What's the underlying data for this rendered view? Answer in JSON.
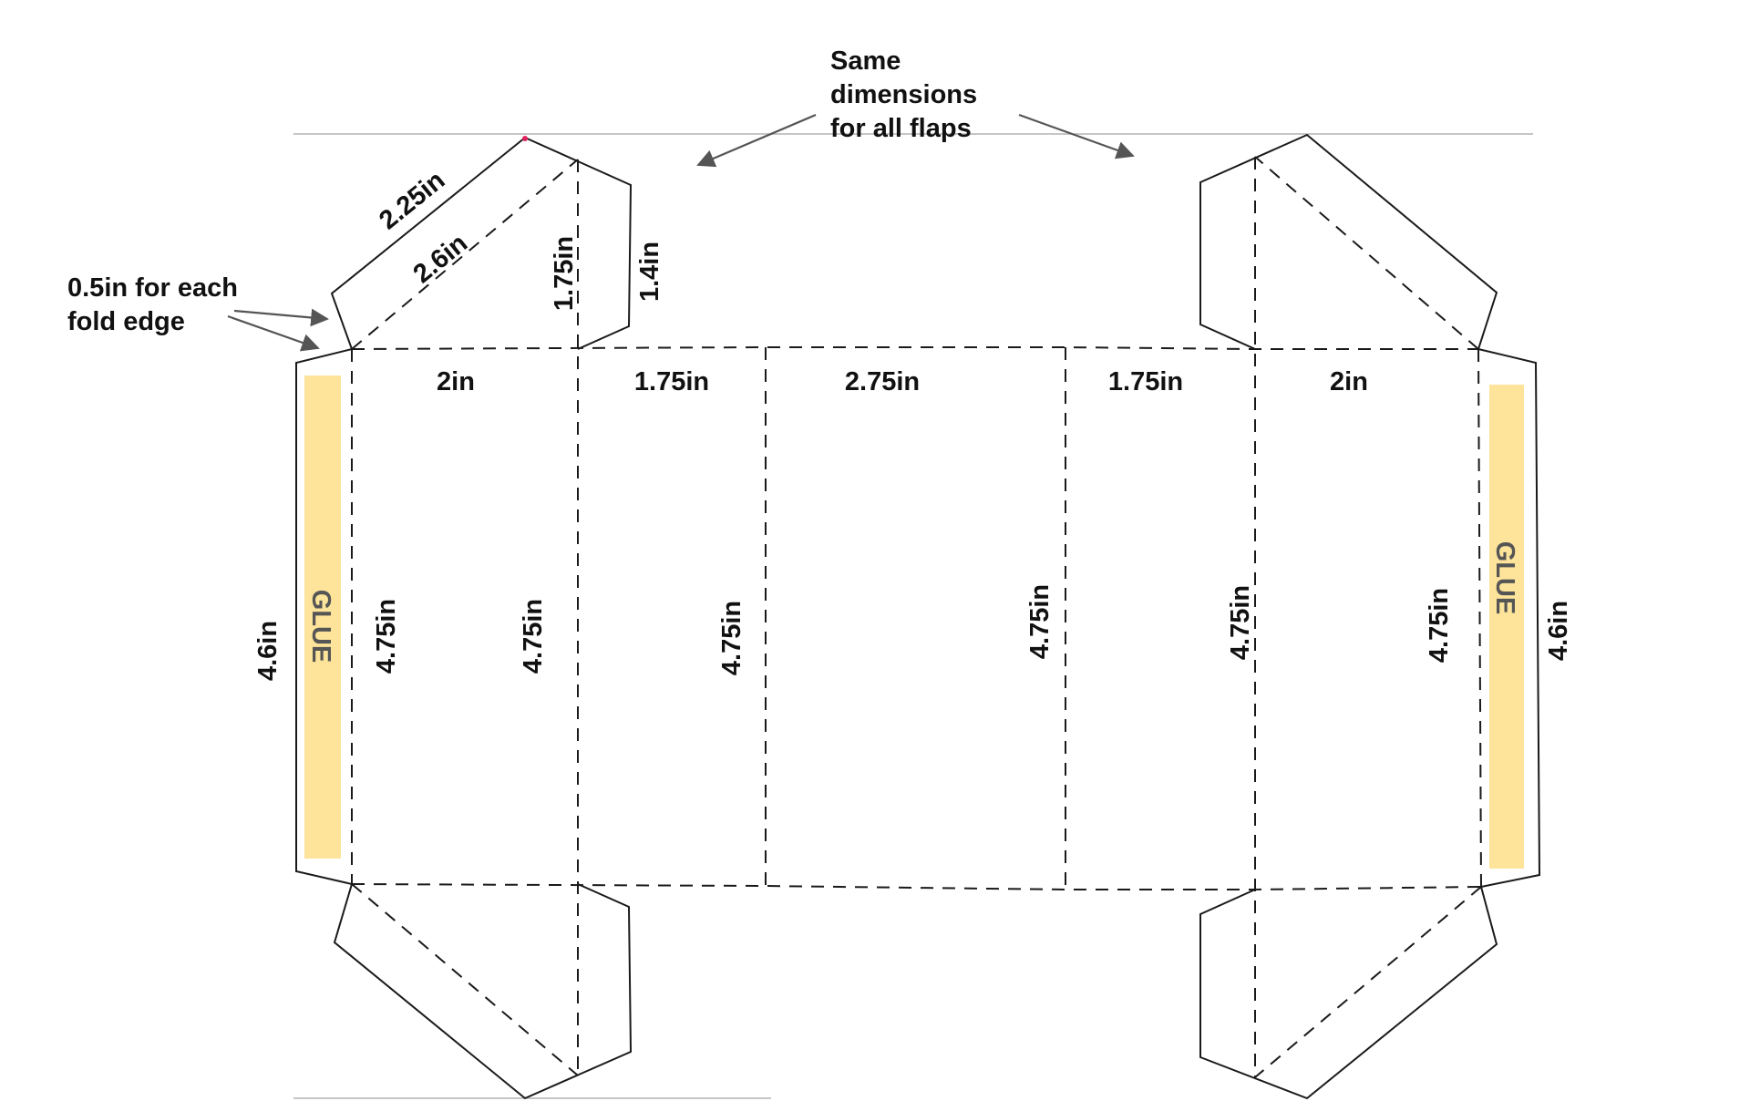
{
  "annotations": {
    "flaps_note_line1": "Same",
    "flaps_note_line2": "dimensions",
    "flaps_note_line3": "for all flaps",
    "fold_edge_note_line1": "0.5in for each",
    "fold_edge_note_line2": "fold edge"
  },
  "flap_dimensions": {
    "outer_edge": "2.25in",
    "diagonal_fold": "2.6in",
    "height": "1.75in",
    "side_edge": "1.4in"
  },
  "panel_widths": [
    "2in",
    "1.75in",
    "2.75in",
    "1.75in",
    "2in"
  ],
  "panel_heights": [
    "4.75in",
    "4.75in",
    "4.75in",
    "4.75in",
    "4.75in",
    "4.75in"
  ],
  "glue_tabs": {
    "left_label": "GLUE",
    "right_label": "GLUE",
    "left_height": "4.6in",
    "right_height": "4.6in"
  },
  "colors": {
    "glue_fill": "#fde49a",
    "line": "#1a1a1a",
    "guide": "#b3b3b3",
    "arrow": "#555555",
    "marker": "#e0245e"
  }
}
